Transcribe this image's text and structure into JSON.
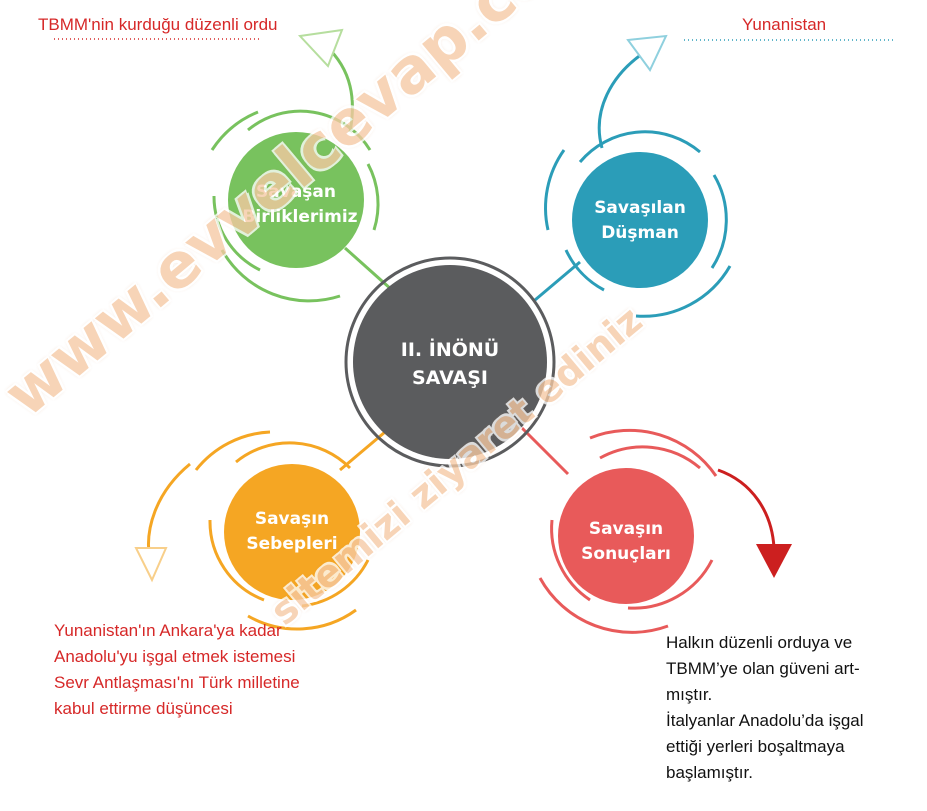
{
  "center": {
    "line1": "II. İNÖNÜ",
    "line2": "SAVAŞI",
    "color": "#5b5c5e"
  },
  "nodes": {
    "birlikler": {
      "line1": "Savaşan",
      "line2": "Birliklerimiz",
      "color": "#78c25e"
    },
    "dusman": {
      "line1": "Savaşılan",
      "line2": "Düşman",
      "color": "#2b9db8"
    },
    "sebepler": {
      "line1": "Savaşın",
      "line2": "Sebepleri",
      "color": "#f5a623"
    },
    "sonuclar": {
      "line1": "Savaşın",
      "line2": "Sonuçları",
      "color": "#e85a5a"
    }
  },
  "answers": {
    "birlikler": "TBMM'nin kurduğu düzenli ordu",
    "dusman": "Yunanistan",
    "sebepler": [
      "Yunanistan'ın Ankara'ya kadar",
      "Anadolu'yu işgal etmek istemesi",
      "Sevr Antlaşması'nı Türk milletine",
      "kabul ettirme düşüncesi"
    ],
    "sonuclar": [
      "Halkın düzenli orduya ve",
      "TBMM’ye olan güveni art-",
      "mıştır.",
      "İtalyanlar Anadolu’da işgal",
      "ettiği yerleri boşaltmaya",
      "başlamıştır."
    ]
  },
  "watermark": {
    "line1": "www.evvelcevap.com",
    "line2": "sitemizi ziyaret ediniz"
  }
}
